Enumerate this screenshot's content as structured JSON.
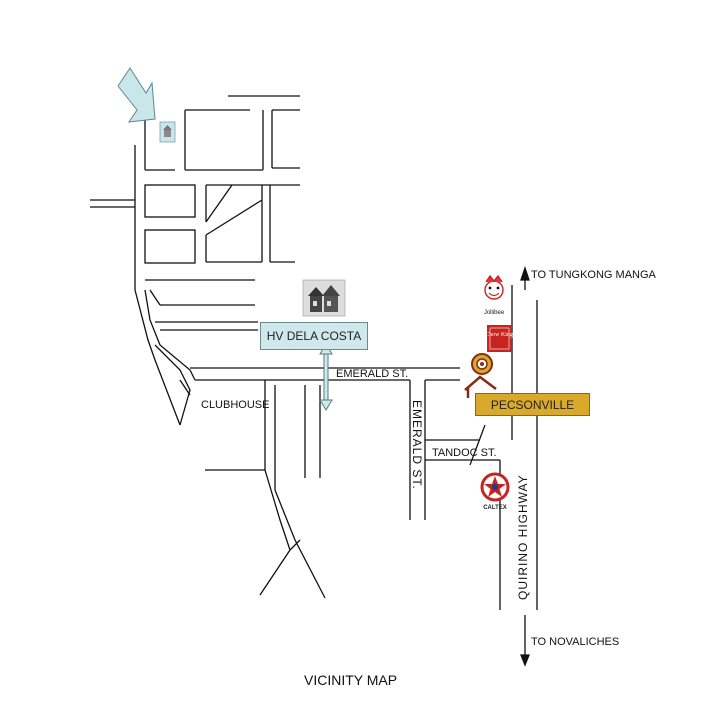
{
  "map": {
    "title": "VICINITY MAP",
    "labels": {
      "hv_dela_costa": "HV DELA COSTA",
      "pecsonville": "PECSONVILLE",
      "emerald_st_horizontal": "EMERALD ST.",
      "emerald_st_vertical": "EMERALD ST.",
      "clubhouse": "CLUBHOUSE",
      "tandoc_st": "TANDOC ST.",
      "quirino_highway": "QUIRINO HIGHWAY",
      "to_tungkong_manga": "TO TUNGKONG MANGA",
      "to_novaliches": "TO NOVALICHES"
    },
    "landmarks": {
      "jollibee": "Jollibee",
      "chowking": "Chow King",
      "caltex": "CALTEX"
    },
    "colors": {
      "hv_box": "#cfe8ec",
      "pecsonville_box": "#d9a92b",
      "pointer_arrow": "#c9e6ea",
      "road": "#111111"
    },
    "icons": [
      "pointer-arrow-icon",
      "house-marker-icon",
      "subdivision-houses-icon",
      "jollibee-logo-icon",
      "chowking-logo-icon",
      "target-marker-icon",
      "caltex-logo-icon"
    ]
  }
}
